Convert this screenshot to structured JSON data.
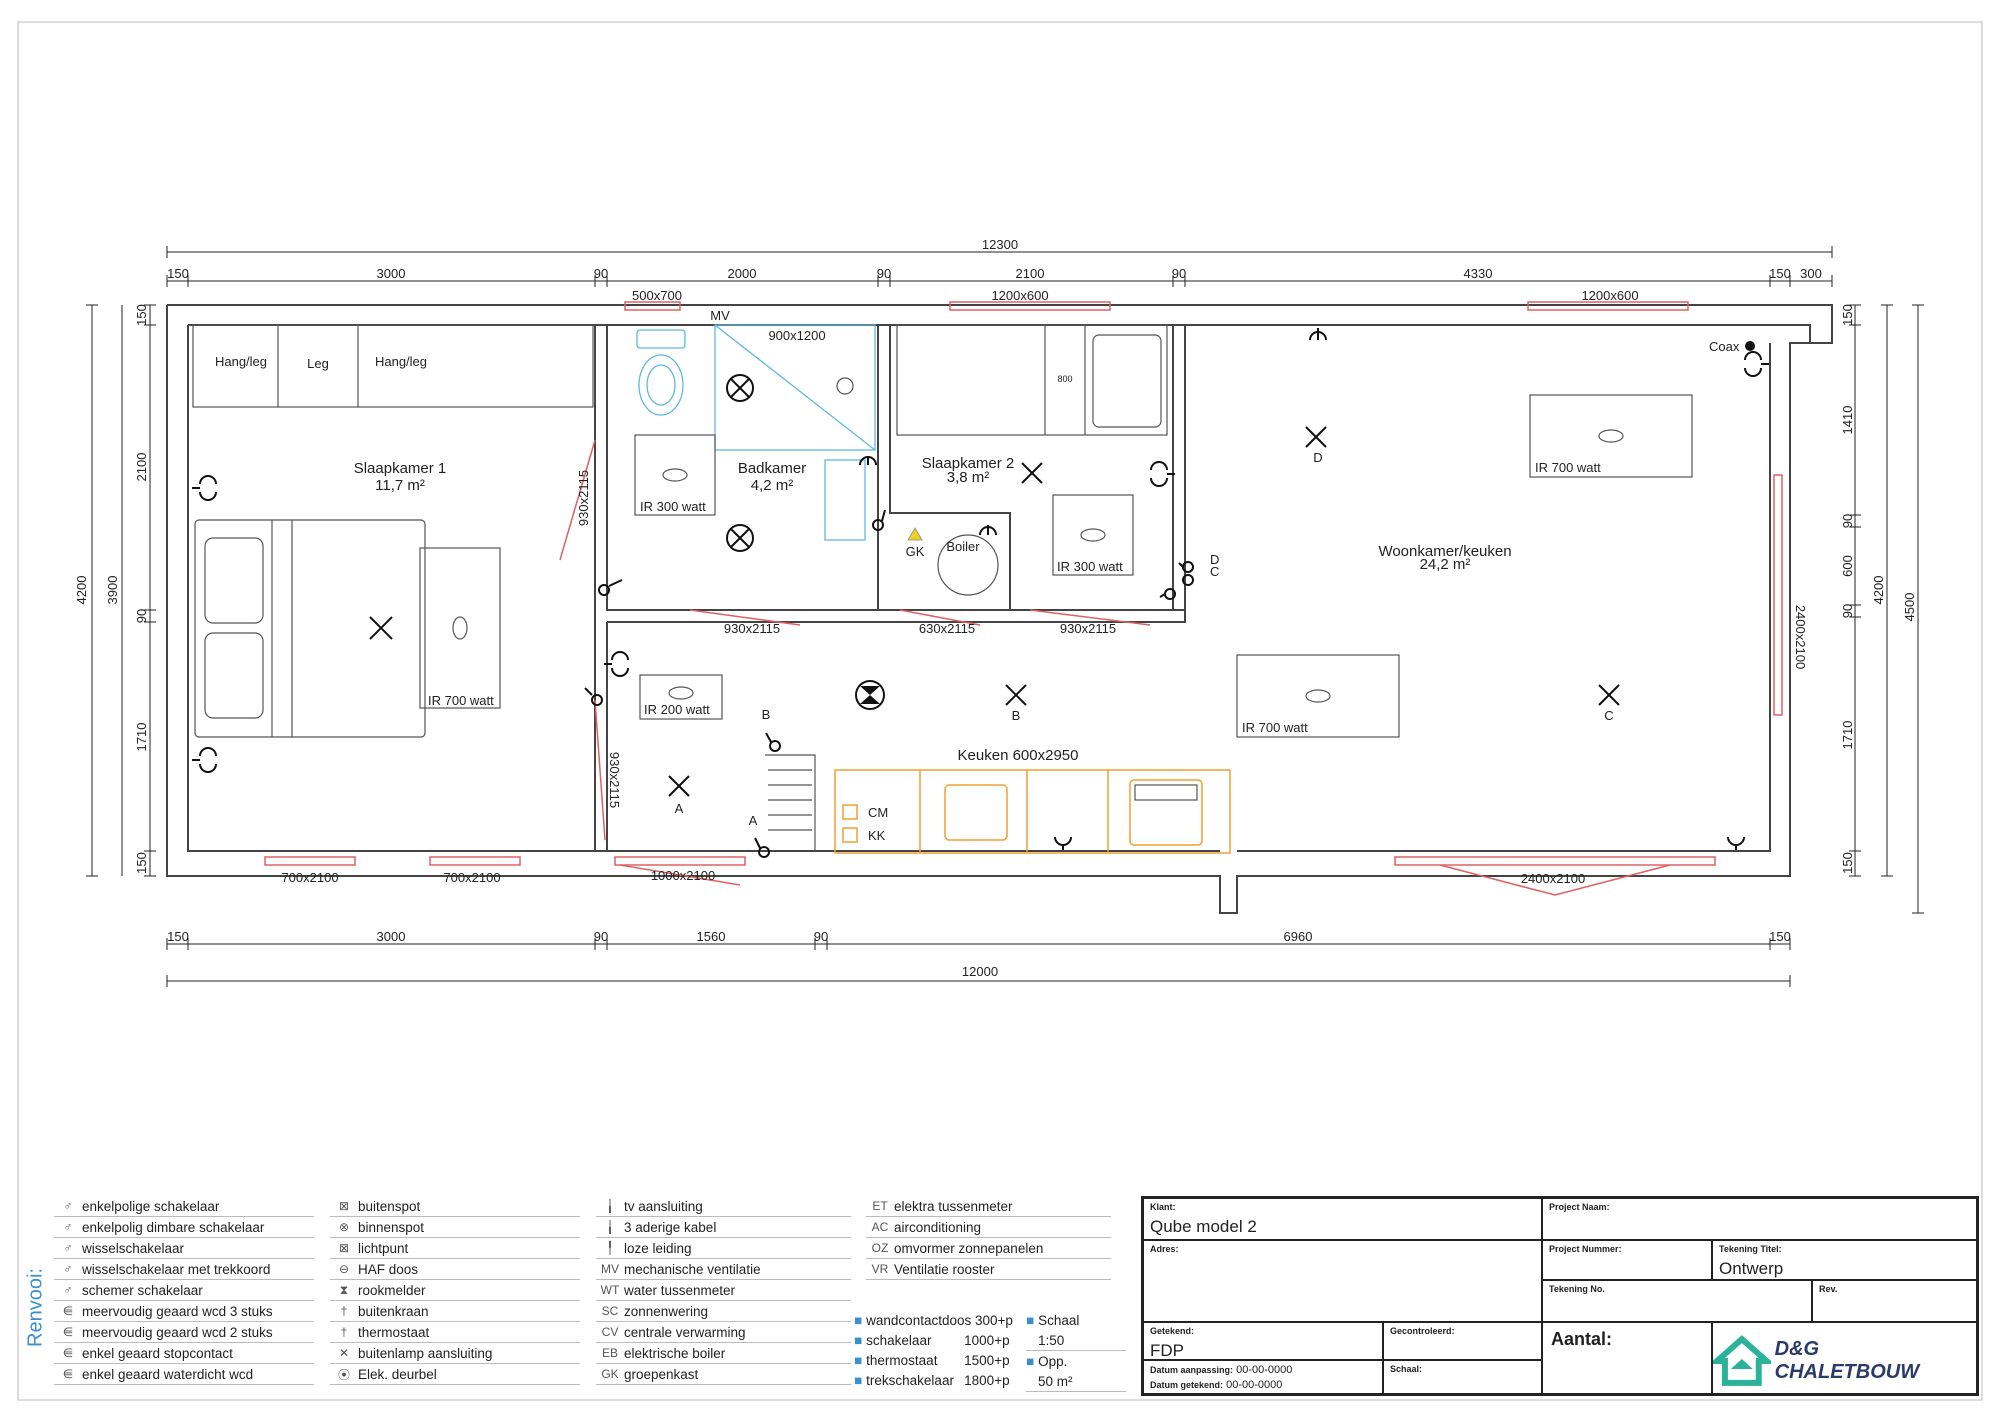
{
  "plan": {
    "overall_top": "12300",
    "top_dims": [
      "150",
      "3000",
      "90",
      "2000",
      "90",
      "2100",
      "90",
      "4330",
      "150",
      "300"
    ],
    "bottom_dims": [
      "150",
      "3000",
      "90",
      "1560",
      "90",
      "6960",
      "150"
    ],
    "overall_bottom": "12000",
    "left_outer": "4200",
    "left_mid": "3900",
    "left_inner": [
      "150",
      "2100",
      "90",
      "1710",
      "150"
    ],
    "right_inner": [
      "150",
      "1410",
      "90",
      "600",
      "90",
      "1710",
      "150"
    ],
    "right_mid": "4200",
    "right_outer": "4500",
    "windows": {
      "w1": "500x700",
      "w2": "1200x600",
      "w3": "1200x600",
      "w4": "700x2100",
      "w5": "700x2100",
      "w6": "1000x2100",
      "w7": "2400x2100",
      "w8": "2400x2100",
      "d1": "930x2115",
      "d2": "630x2115",
      "d3": "930x2115",
      "d4": "930x2115",
      "d5": "930x2115",
      "shower": "900x1200",
      "bed2": "800"
    },
    "rooms": {
      "r1_name": "Slaapkamer 1",
      "r1_area": "11,7 m²",
      "r2_name": "Badkamer",
      "r2_area": "4,2 m²",
      "r3_name": "Slaapkamer 2",
      "r3_area": "3,8 m²",
      "r4_name": "Woonkamer/keuken",
      "r4_area": "24,2 m²",
      "kitchen": "Keuken 600x2950"
    },
    "labels": {
      "hang1": "Hang/leg",
      "leg": "Leg",
      "hang2": "Hang/leg",
      "mv": "MV",
      "coax": "Coax",
      "gk": "GK",
      "boiler": "Boiler",
      "cm": "CM",
      "kk": "KK",
      "ir700_1": "IR 700 watt",
      "ir300_1": "IR 300 watt",
      "ir300_2": "IR 300 watt",
      "ir700_2": "IR 700 watt",
      "ir200": "IR 200 watt",
      "ir700_3": "IR 700 watt",
      "a1": "A",
      "a2": "A",
      "b1": "B",
      "b2": "B",
      "c1": "C",
      "c2": "C",
      "d1": "D",
      "d2": "D"
    }
  },
  "legend": {
    "title": "Renvooi:",
    "col1": [
      "enkelpolige schakelaar",
      "enkelpolig dimbare schakelaar",
      "wisselschakelaar",
      "wisselschakelaar met trekkoord",
      "schemer schakelaar",
      "meervoudig geaard wcd 3 stuks",
      "meervoudig geaard wcd 2 stuks",
      "enkel geaard stopcontact",
      "enkel geaard waterdicht wcd"
    ],
    "col2": [
      "buitenspot",
      "binnenspot",
      "lichtpunt",
      "HAF doos",
      "rookmelder",
      "buitenkraan",
      "thermostaat",
      "buitenlamp aansluiting",
      "Elek. deurbel"
    ],
    "col3": [
      "tv aansluiting",
      "3 aderige kabel",
      "loze leiding",
      "mechanische ventilatie",
      "water tussenmeter",
      "zonnenwering",
      "centrale verwarming",
      "elektrische boiler",
      "groepenkast"
    ],
    "col3_codes": [
      "",
      "",
      "",
      "MV",
      "WT",
      "SC",
      "CV",
      "EB",
      "GK"
    ],
    "col4": [
      "elektra tussenmeter",
      "airconditioning",
      "omvormer zonnepanelen",
      "Ventilatie rooster"
    ],
    "col4_codes": [
      "ET",
      "AC",
      "OZ",
      "VR"
    ],
    "heights": [
      {
        "label": "wandcontactdoos 300+p",
        "value": ""
      },
      {
        "label": "schakelaar",
        "value": "1000+p"
      },
      {
        "label": "thermostaat",
        "value": "1500+p"
      },
      {
        "label": "trekschakelaar",
        "value": "1800+p"
      }
    ],
    "schaal_label": "Schaal",
    "schaal_value": "1:50",
    "opp_label": "Opp.",
    "opp_value": "50 m²"
  },
  "titleblock": {
    "klant_label": "Klant:",
    "klant_value": "Qube model 2",
    "project_naam_label": "Project Naam:",
    "adres_label": "Adres:",
    "project_nummer_label": "Project Nummer:",
    "tekening_titel_label": "Tekening Titel:",
    "tekening_titel_value": "Ontwerp",
    "tekening_no_label": "Tekening No.",
    "rev_label": "Rev.",
    "getekend_label": "Getekend:",
    "getekend_value": "FDP",
    "gecontroleerd_label": "Gecontroleerd:",
    "aantal_label": "Aantal:",
    "datum_aanpassing_label": "Datum aanpassing:",
    "datum_aanpassing_value": "00-00-0000",
    "datum_getekend_label": "Datum getekend:",
    "datum_getekend_value": "00-00-0000",
    "schaal_label": "Schaal:",
    "logo_text": "D&G CHALETBOUW"
  },
  "colors": {
    "window": "#e06060",
    "bathroom": "#5fb8e0",
    "kitchen": "#f0a030",
    "accent": "#3a8fd0",
    "logo": "#2bb39a"
  }
}
